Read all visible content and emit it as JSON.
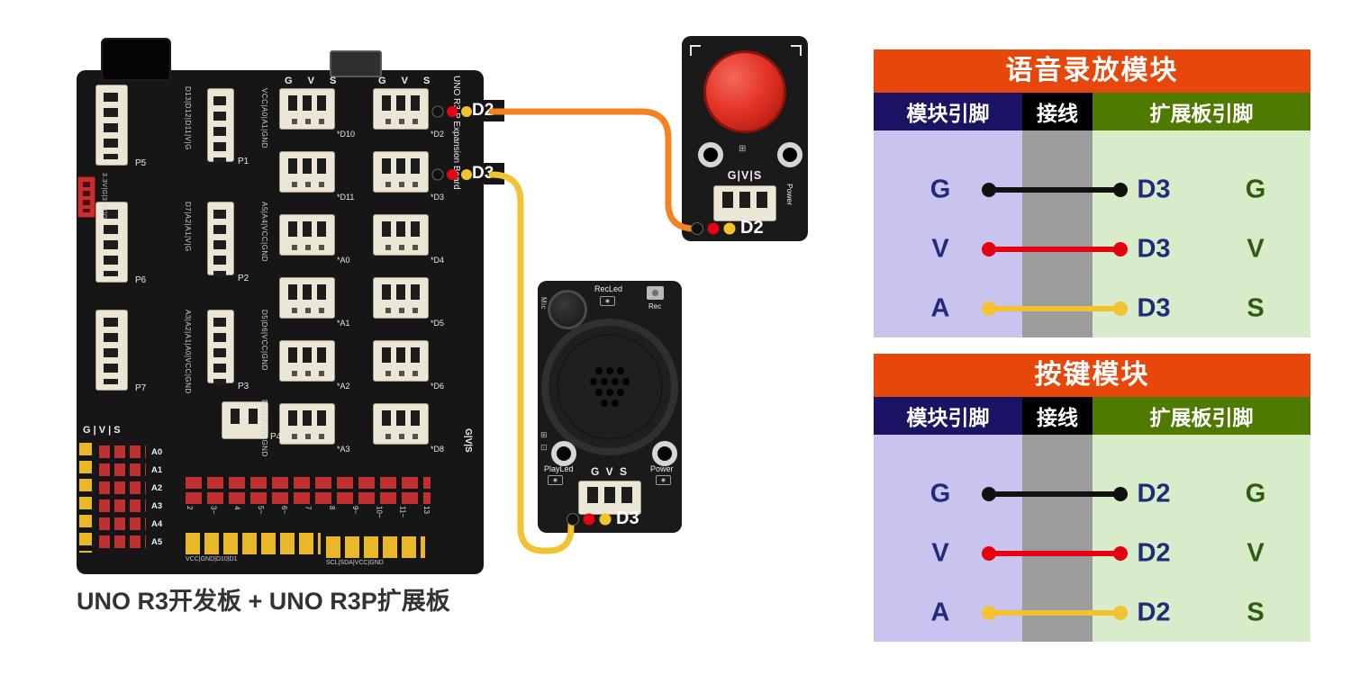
{
  "caption": "UNO R3开发板 + UNO R3P扩展板",
  "board": {
    "vertical_title": "UNO R3-P Expansion Board",
    "col_headers": [
      "G V S",
      "G V S"
    ],
    "left_ports": [
      "P5",
      "P6",
      "P7"
    ],
    "mid_ports": [
      "P1",
      "P2",
      "P3",
      "P4"
    ],
    "col1_labels": [
      "*D10",
      "*D11",
      "*A0",
      "*A1",
      "*A2",
      "*A3"
    ],
    "col2_labels": [
      "*D2",
      "*D3",
      "*D4",
      "*D5",
      "*D6",
      "*D8"
    ],
    "pin_strips": [
      "D13|D12|D11|V|G",
      "VCC|A0|A1|GND",
      "A5|A4|VCC|GND",
      "D7|A2|A1|V|G",
      "D5|D6|VCC|GND",
      "A3|A2|A1|A0|VCC|GND",
      "D11|D10|9|GND"
    ],
    "left_connector_label": "3.3V|G|3.3V|G",
    "gvs_bottom": "G | V | S",
    "gvs_right": "G|V|S",
    "analog_labels": [
      "A0",
      "A1",
      "A2",
      "A3",
      "A4",
      "A5"
    ],
    "digital_labels": [
      "2",
      "3~",
      "4",
      "5~",
      "6~",
      "7",
      "8",
      "9~",
      "10~",
      "11~",
      "13"
    ],
    "bottom_strip_labels": [
      "VCC|GND|D10|D1",
      "SCL|SDA|VCC|GND"
    ],
    "highlights": [
      {
        "label": "D2"
      },
      {
        "label": "D3"
      }
    ]
  },
  "button_module": {
    "pins_label": "G|V|S",
    "power_label": "Power",
    "wire_tag": "D2"
  },
  "voice_module": {
    "mic_label": "Mic",
    "recled_label": "RecLed",
    "rec_label": "Rec",
    "playled_label": "PlayLed",
    "pins_label": "G V S",
    "power_label": "Power",
    "wire_tag": "D3"
  },
  "wire_colors": {
    "black": "#111111",
    "red": "#e60012",
    "yellow": "#f2c230",
    "orange": "#f58220"
  },
  "palette": {
    "table_title_bg": "#e8470b",
    "header_module_bg": "#1b1464",
    "header_wire_bg": "#000000",
    "header_board_bg": "#4e7a00",
    "body_module_bg": "#c9c3f0",
    "body_wire_bg": "#9c9c9c",
    "body_board_bg": "#d9ecc9",
    "pin_text": "#1f2b7b",
    "pin_type_text": "#2f5c11",
    "board_bg": "#161616"
  },
  "tables": [
    {
      "title": "语音录放模块",
      "headers": [
        "模块引脚",
        "接线",
        "扩展板引脚"
      ],
      "rows": [
        {
          "module_pin": "G",
          "wire_color": "#111111",
          "board_pin": "D3",
          "pin_type": "G"
        },
        {
          "module_pin": "V",
          "wire_color": "#e60012",
          "board_pin": "D3",
          "pin_type": "V"
        },
        {
          "module_pin": "A",
          "wire_color": "#f2c230",
          "board_pin": "D3",
          "pin_type": "S"
        }
      ]
    },
    {
      "title": "按键模块",
      "headers": [
        "模块引脚",
        "接线",
        "扩展板引脚"
      ],
      "rows": [
        {
          "module_pin": "G",
          "wire_color": "#111111",
          "board_pin": "D2",
          "pin_type": "G"
        },
        {
          "module_pin": "V",
          "wire_color": "#e60012",
          "board_pin": "D2",
          "pin_type": "V"
        },
        {
          "module_pin": "A",
          "wire_color": "#f2c230",
          "board_pin": "D2",
          "pin_type": "S"
        }
      ]
    }
  ]
}
